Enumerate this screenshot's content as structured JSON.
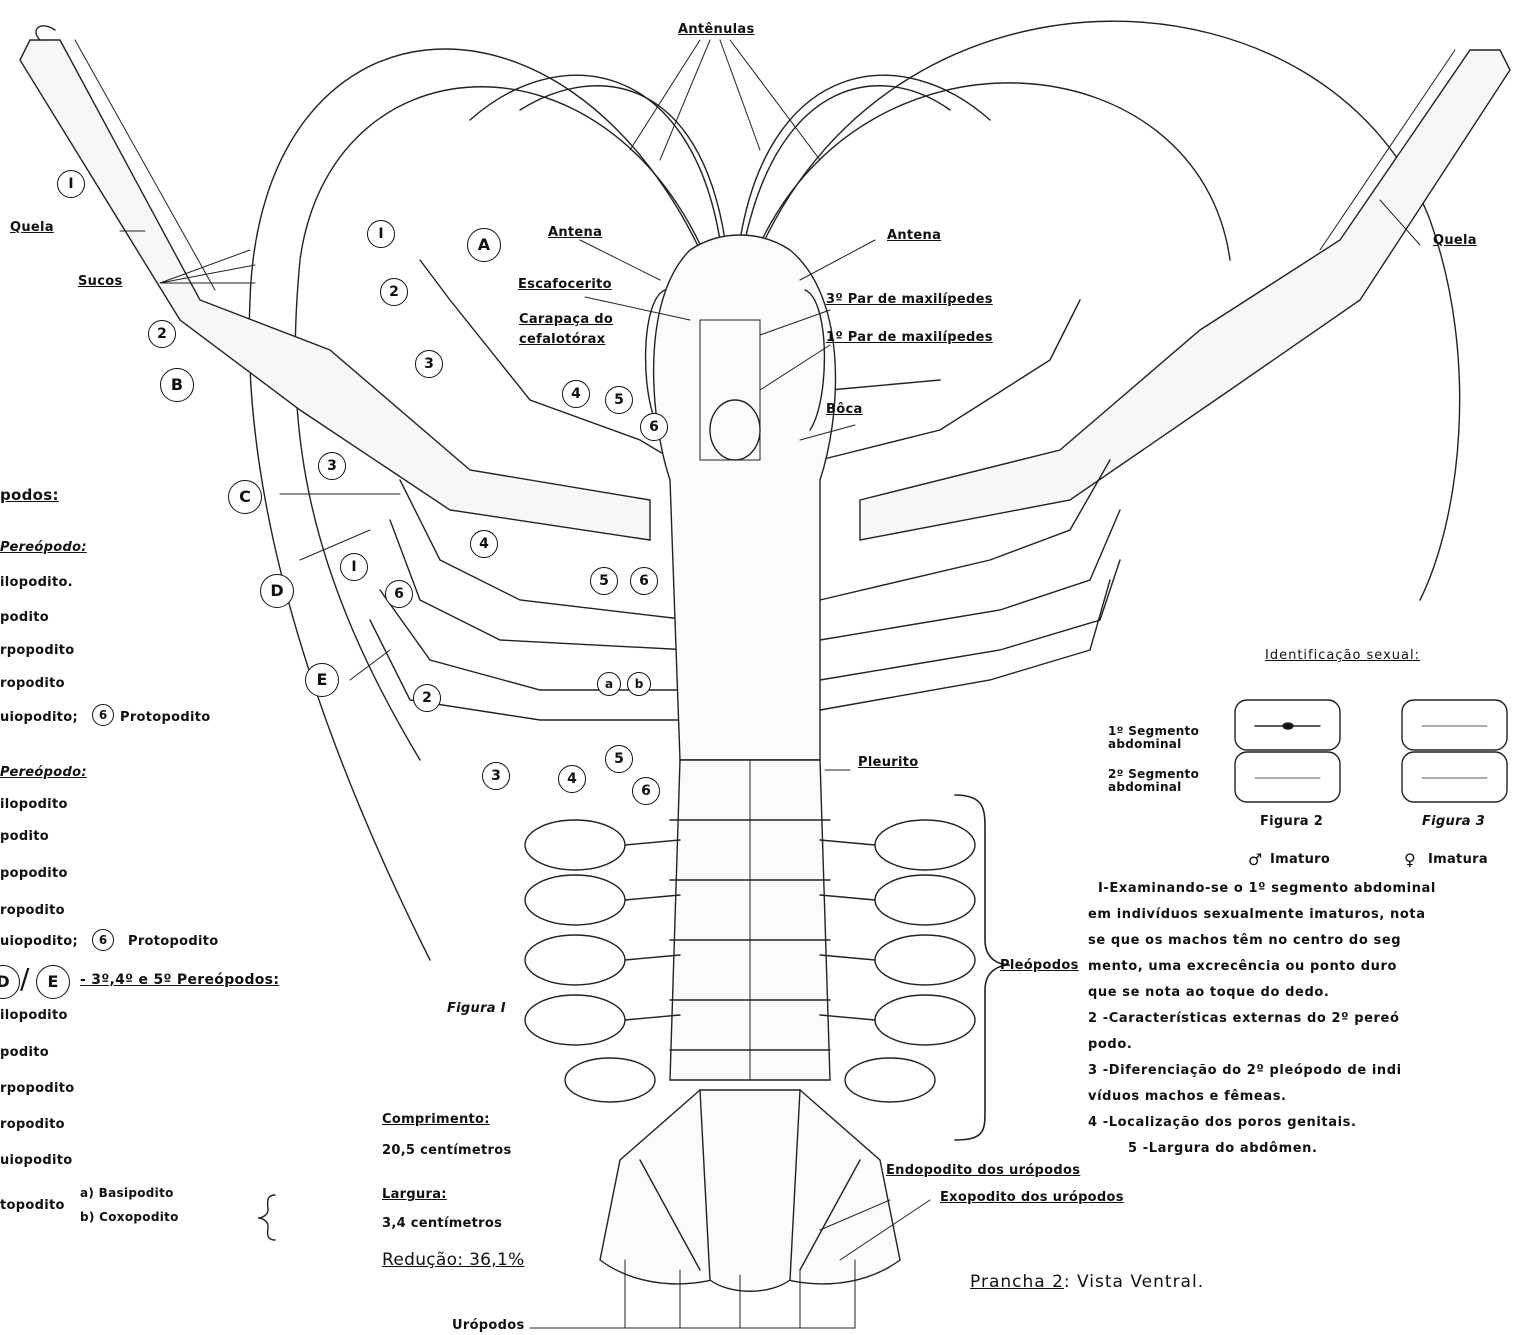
{
  "labels": {
    "antenulas": "Antênulas",
    "antena_left": "Antena",
    "antena_right": "Antena",
    "quela_left": "Quela",
    "quela_right": "Quela",
    "sucos": "Sucos",
    "escafocerito": "Escafocerito",
    "carapaca_1": "Carapaça do",
    "carapaca_2": "cefalotórax",
    "maxilipedes_3": "3º Par de maxilípedes",
    "maxilipedes_1": "1º Par de maxilípedes",
    "boca": "Bôca",
    "pleurito": "Pleurito",
    "pleopodos": "Pleópodos",
    "endopodito": "Endopodito dos urópodos",
    "exopodito": "Exopodito dos urópodos",
    "uropodos": "Urópodos",
    "figura1": "Figura I"
  },
  "markers": {
    "one": "I",
    "two": "2",
    "three": "3",
    "four": "4",
    "five": "5",
    "six": "6",
    "A": "A",
    "B": "B",
    "C": "C",
    "D": "D",
    "E": "E",
    "a": "a",
    "b": "b"
  },
  "legend": {
    "heading": "podos:",
    "sec1_title": "Pereópodo:",
    "sec1": [
      "ilopodito.",
      "podito",
      "rpopodito",
      "ropodito",
      "uiopodito;"
    ],
    "sec1_last_tail": "Protopodito",
    "sec2_title": "Pereópodo:",
    "sec2": [
      "ilopodito",
      "podito",
      "popodito",
      "ropodito",
      "uiopodito;"
    ],
    "sec2_last_tail": "Protopodito",
    "sec3_title": "- 3º,4º e 5º Pereópodos:",
    "sec3": [
      "ilopodito",
      "podito",
      "rpopodito",
      "ropodito",
      "uiopodito",
      "topodito"
    ],
    "basipodito": "a) Basipodito",
    "coxopodito": "b) Coxopodito"
  },
  "measures": {
    "comp_label": "Comprimento:",
    "comp_value": "20,5 centímetros",
    "larg_label": "Largura:",
    "larg_value": "3,4 centímetros",
    "reducao": "Redução: 36,1%"
  },
  "sexual": {
    "title": "Identificação sexual:",
    "seg1": "1º Segmento abdominal",
    "seg2": "2º Segmento abdominal",
    "fig2": "Figura 2",
    "fig3": "Figura 3",
    "male": "Imaturo",
    "female": "Imatura",
    "notes": [
      "I-Examinando-se o 1º segmento abdominal",
      "em indivíduos sexualmente imaturos, nota",
      "se que os machos têm no centro do seg",
      "mento, uma excrecência ou ponto duro",
      "que se nota ao toque do dedo.",
      "2 -Características externas do 2º pereó",
      "podo.",
      "3 -Diferenciação do 2º pleópodo de indi",
      "víduos machos e fêmeas.",
      "4 -Localização dos poros genitais.",
      "5 -Largura do abdômen."
    ]
  },
  "plate": {
    "prefix": "Prancha 2",
    "suffix": ": Vista Ventral."
  }
}
